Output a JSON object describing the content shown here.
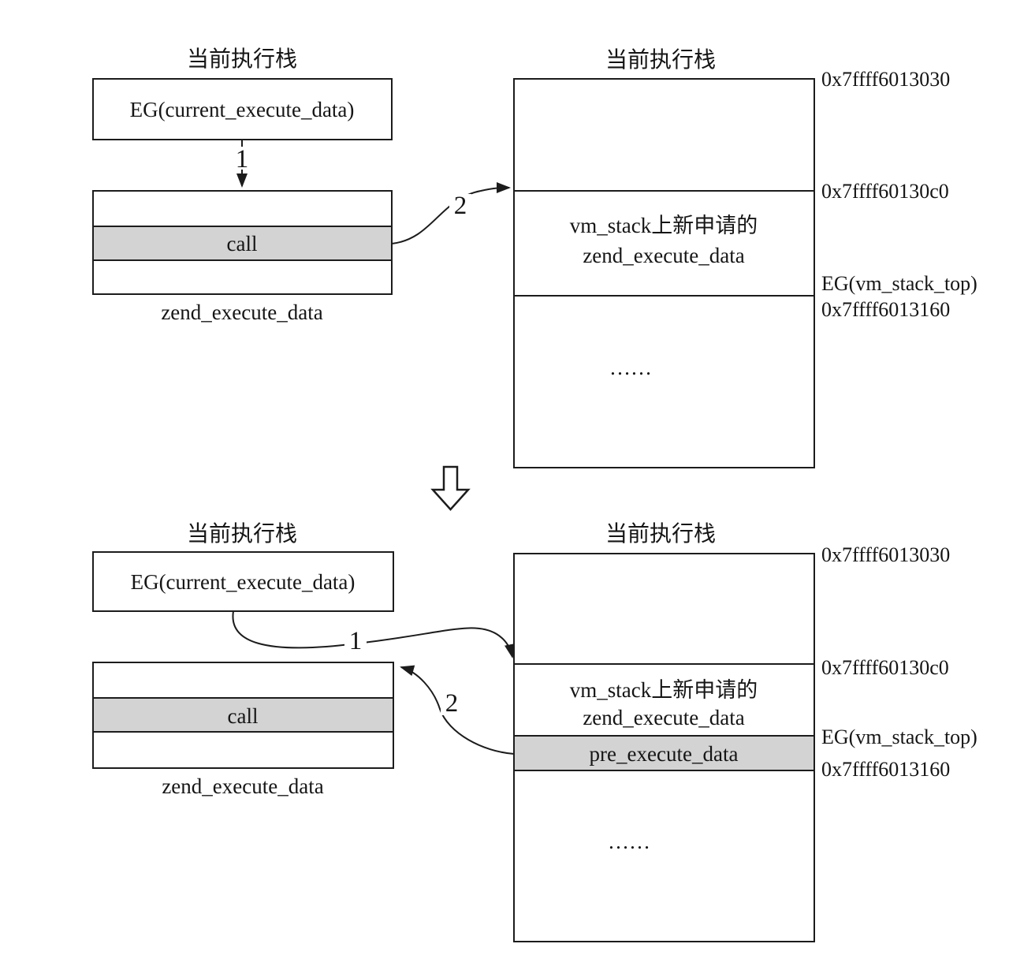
{
  "colors": {
    "background": "#ffffff",
    "line": "#1c1c1c",
    "gray_fill": "#d3d3d3"
  },
  "top_panel": {
    "left_stack": {
      "title": "当前执行栈",
      "eg_box_label": "EG(current_execute_data)",
      "step1_label": "1",
      "call_row_label": "call",
      "caption": "zend_execute_data"
    },
    "step2_label": "2",
    "right_stack": {
      "title": "当前执行栈",
      "new_frame_line1": "vm_stack上新申请的",
      "new_frame_line2": "zend_execute_data",
      "ellipsis": "……",
      "addr_top": "0x7ffff6013030",
      "addr_mid": "0x7ffff60130c0",
      "vm_stack_top_label": "EG(vm_stack_top)",
      "addr_bottom": "0x7ffff6013160"
    }
  },
  "bottom_panel": {
    "left_stack": {
      "title": "当前执行栈",
      "eg_box_label": "EG(current_execute_data)",
      "call_row_label": "call",
      "caption": "zend_execute_data"
    },
    "step1_label": "1",
    "step2_label": "2",
    "right_stack": {
      "title": "当前执行栈",
      "new_frame_line1": "vm_stack上新申请的",
      "new_frame_line2": "zend_execute_data",
      "pre_execute_row_label": "pre_execute_data",
      "ellipsis": "……",
      "addr_top": "0x7ffff6013030",
      "addr_mid": "0x7ffff60130c0",
      "vm_stack_top_label": "EG(vm_stack_top)",
      "addr_bottom": "0x7ffff6013160"
    }
  }
}
